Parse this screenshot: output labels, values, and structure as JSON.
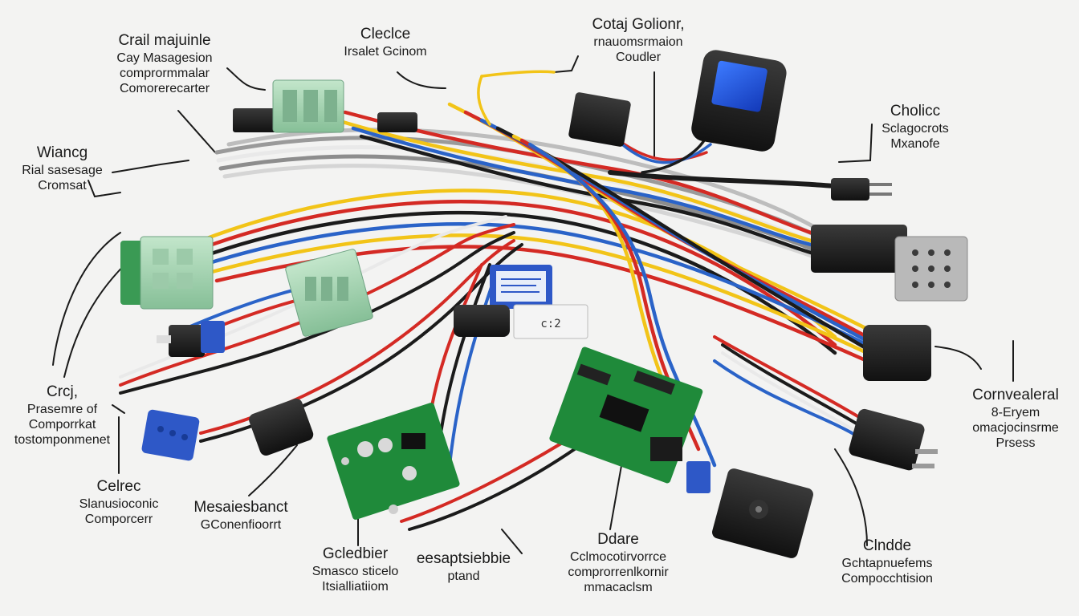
{
  "labels": {
    "top_left": {
      "title": "Crail majuinle",
      "line1": "Cay Masagesion",
      "line2": "comprormmalar",
      "line3": "Comorerecarter"
    },
    "top_center": {
      "title": "Cleclce",
      "line1": "Irsalet Gcinom"
    },
    "top_right": {
      "title": "Cotaj Golionr,",
      "line1": "rnauomsrmaion",
      "line2": "Coudler"
    },
    "right_upper": {
      "title": "Cholicc",
      "line1": "Sclagocrots",
      "line2": "Mxanofe"
    },
    "left_upper": {
      "title": "Wiancg",
      "line1": "Rial sasesage",
      "line2": "Cromsat"
    },
    "left_middle": {
      "title": "Crcj,",
      "line1": "Prasemre of",
      "line2": "Comporrkat",
      "line3": "tostomponmenet"
    },
    "right_middle": {
      "title": "Cornvealeral",
      "line1": "8-Eryem",
      "line2": "omacjocinsrme",
      "line3": "Prsess"
    },
    "left_lower": {
      "title": "Celrec",
      "line1": "Slanusioconic",
      "line2": "Comporcerr"
    },
    "center_left": {
      "title": "Mesaiesbanct",
      "line1": "GConenfioorrt"
    },
    "bottom_left": {
      "title": "Gcledbier",
      "line1": "Smasco sticelo",
      "line2": "Itsialliatiiom"
    },
    "bottom_center": {
      "title": "eesaptsiebbie",
      "line1": "ptand"
    },
    "bottom_mid": {
      "title": "Ddare",
      "line1": "Cclmocotirvorrce",
      "line2": "comprorrenlkornir",
      "line3": "mmacaclsm"
    },
    "bottom_right": {
      "title": "Clndde",
      "line1": "Gchtapnuefems",
      "line2": "Compocchtision"
    }
  },
  "device_screen_text": "c:2",
  "colors": {
    "background": "#f3f3f2",
    "wire_red": "#d42a24",
    "wire_yellow": "#f2c418",
    "wire_blue": "#2a63c8",
    "wire_black": "#1b1b1b",
    "wire_white": "#e9e9e9",
    "wire_gray": "#9a9a9a",
    "pcb_green": "#1f8a3a",
    "connector_green": "#a9d5b4",
    "connector_black": "#202020",
    "connector_blue": "#2e58c7",
    "screen_blue": "#1e5bf0"
  }
}
